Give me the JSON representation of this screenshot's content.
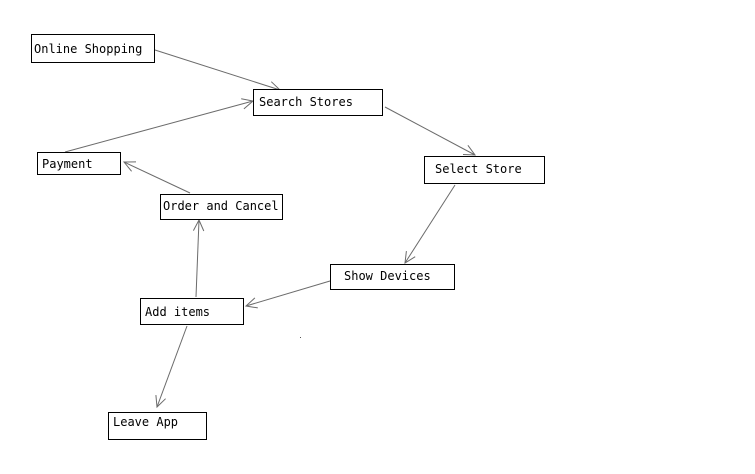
{
  "diagram": {
    "nodes": [
      {
        "id": "online-shopping",
        "label": "Online Shopping"
      },
      {
        "id": "search-stores",
        "label": "Search Stores"
      },
      {
        "id": "select-store",
        "label": "Select Store"
      },
      {
        "id": "show-devices",
        "label": "Show Devices"
      },
      {
        "id": "add-items",
        "label": "Add items"
      },
      {
        "id": "order-and-cancel",
        "label": "Order and Cancel"
      },
      {
        "id": "payment",
        "label": "Payment"
      },
      {
        "id": "leave-app",
        "label": "Leave App"
      }
    ],
    "edges": [
      {
        "from": "online-shopping",
        "to": "search-stores"
      },
      {
        "from": "search-stores",
        "to": "select-store"
      },
      {
        "from": "select-store",
        "to": "show-devices"
      },
      {
        "from": "show-devices",
        "to": "add-items"
      },
      {
        "from": "add-items",
        "to": "order-and-cancel"
      },
      {
        "from": "order-and-cancel",
        "to": "payment"
      },
      {
        "from": "payment",
        "to": "search-stores"
      },
      {
        "from": "add-items",
        "to": "leave-app"
      }
    ],
    "colors": {
      "line": "#6b6b6b",
      "border": "#000000",
      "text": "#000000"
    }
  }
}
